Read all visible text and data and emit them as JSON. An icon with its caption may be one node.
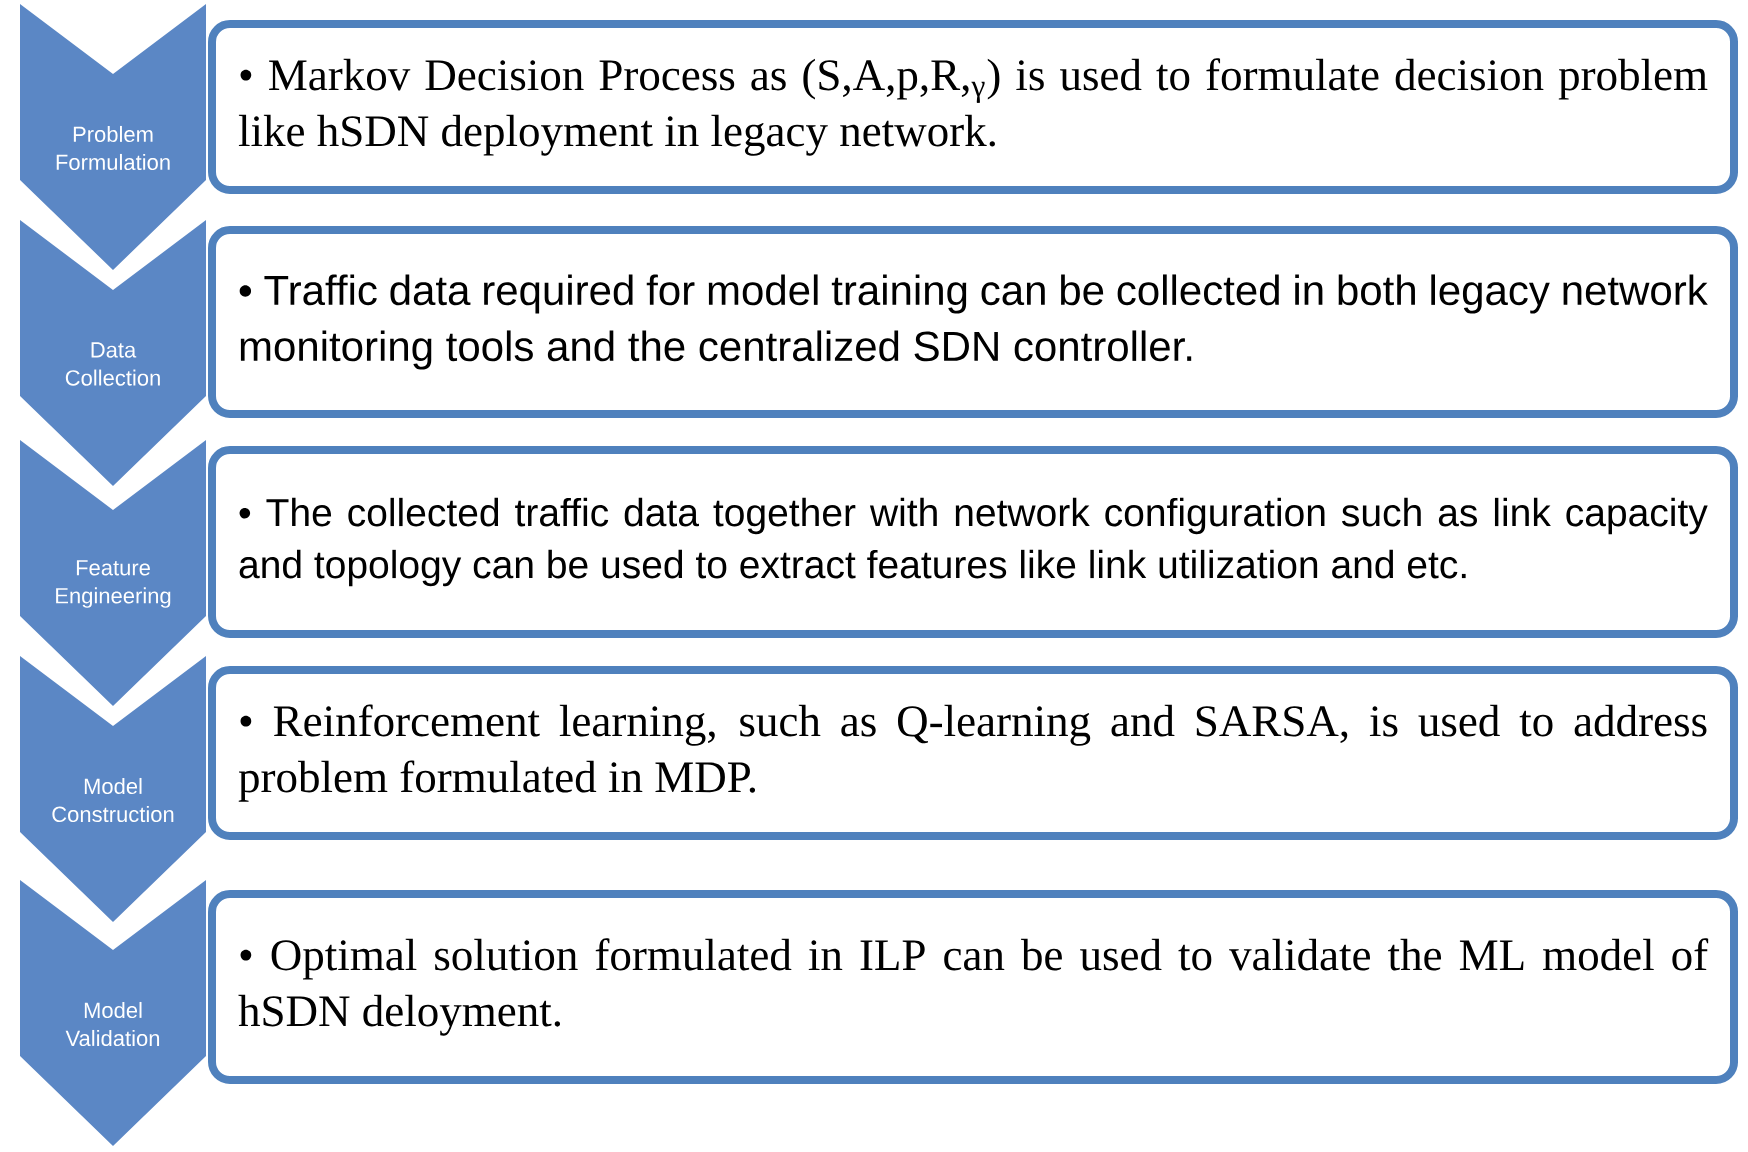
{
  "diagram": {
    "nodes": [
      {
        "text": [
          "Problem Formulation"
        ]
      },
      {
        "text": [
          "• Markov Decision Process as (S,A,p,R,$_{γ}$) is used to formulate decision problem like hSDN deployment in legacy network."
        ]
      },
      {
        "text": [
          "Data Collection"
        ]
      },
      {
        "text": [
          "• Traffic data required for model training can be collected in both legacy network monitoring tools and the centralized SDN controller."
        ]
      },
      {
        "text": [
          "Feature Engineering"
        ]
      },
      {
        "text": [
          "• The collected traffic data together with network configuration such as link capacity and topology can be used to extract features like link utilization and etc."
        ]
      },
      {
        "text": [
          "Model Construction"
        ]
      },
      {
        "text": [
          "• Reinforcement learning, such as Q-learning and SARSA, is used to address problem formulated in MDP."
        ]
      },
      {
        "text": [
          "Model Validation"
        ]
      },
      {
        "text": [
          "•  Optimal solution formulated in ILP can be used to validate the ML model of hSDN deloyment."
        ]
      }
    ]
  }
}
